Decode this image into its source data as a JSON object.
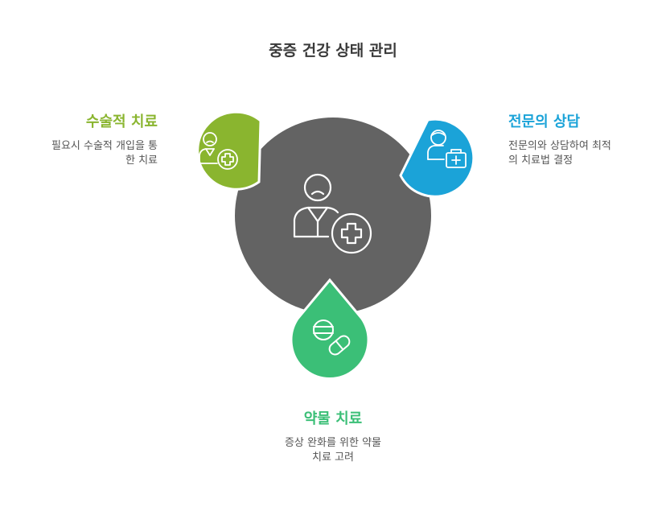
{
  "title": "중증 건강 상태 관리",
  "center": {
    "icon": "patient-with-medical-cross-icon",
    "color": "#636363"
  },
  "items": [
    {
      "key": "surgery",
      "heading": "수술적 치료",
      "desc_lines": [
        "필요시 수술적 개입을 통",
        "한 치료"
      ],
      "color": "#8ab52f",
      "icon": "patient-with-medical-cross-icon"
    },
    {
      "key": "specialist",
      "heading": "전문의 상담",
      "desc_lines": [
        "전문의와 상담하여 최적",
        "의 치료법 결정"
      ],
      "color": "#1ba3d8",
      "icon": "doctor-with-medical-kit-icon"
    },
    {
      "key": "medication",
      "heading": "약물 치료",
      "desc_lines": [
        "증상 완화를 위한 약물",
        "치료 고려"
      ],
      "color": "#3bbf77",
      "icon": "pills-icon"
    }
  ]
}
